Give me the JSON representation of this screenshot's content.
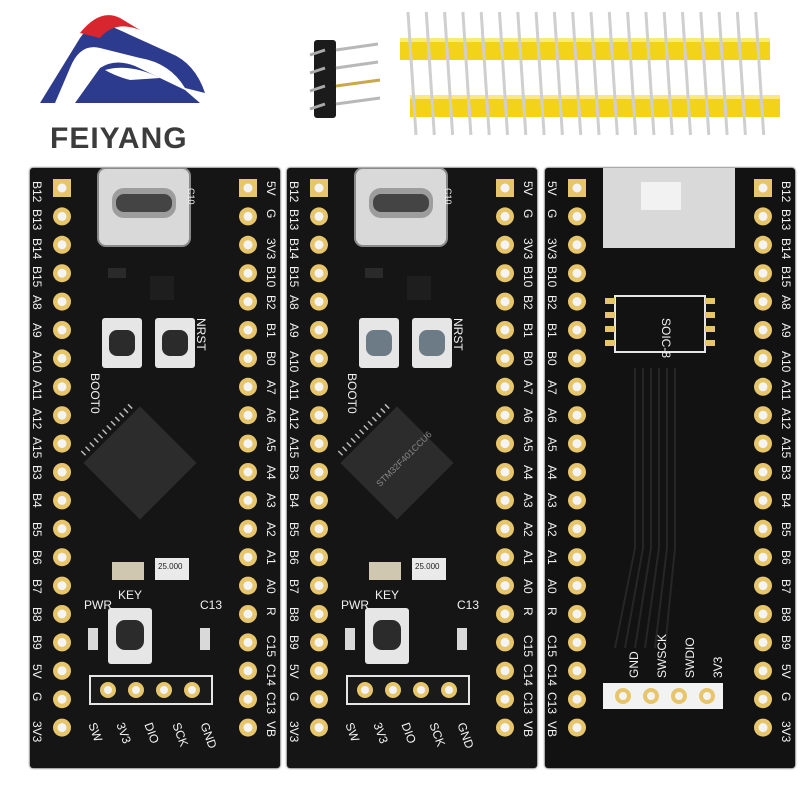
{
  "brand": {
    "name": "FEIYANG",
    "logo_colors": [
      "#2d3b8f",
      "#d8262e"
    ]
  },
  "boards": [
    {
      "side": "front",
      "left_labels": [
        "B12",
        "B13",
        "B14",
        "B15",
        "A8",
        "A9",
        "A10",
        "A11",
        "A12",
        "A15",
        "B3",
        "B4",
        "B5",
        "B6",
        "B7",
        "B8",
        "B9",
        "5V",
        "G",
        "3V3"
      ],
      "right_labels": [
        "5V",
        "G",
        "3V3",
        "B10",
        "B2",
        "B1",
        "B0",
        "A7",
        "A6",
        "A5",
        "A4",
        "A3",
        "A2",
        "A1",
        "A0",
        "R",
        "C15",
        "C14",
        "C13",
        "VB"
      ],
      "boot_label": "BOOT0",
      "reset_label": "NRST",
      "key_label": "KEY",
      "pwr_label": "PWR",
      "c13_label": "C13",
      "c10_label": "C10",
      "crystal_label": "25.000",
      "bottom_labels": [
        "SW",
        "3V3",
        "DIO",
        "SCK",
        "GND"
      ]
    },
    {
      "side": "front",
      "left_labels": [
        "B12",
        "B13",
        "B14",
        "B15",
        "A8",
        "A9",
        "A10",
        "A11",
        "A12",
        "A15",
        "B3",
        "B4",
        "B5",
        "B6",
        "B7",
        "B8",
        "B9",
        "5V",
        "G",
        "3V3"
      ],
      "right_labels": [
        "5V",
        "G",
        "3V3",
        "B10",
        "B2",
        "B1",
        "B0",
        "A7",
        "A6",
        "A5",
        "A4",
        "A3",
        "A2",
        "A1",
        "A0",
        "R",
        "C15",
        "C14",
        "C13",
        "VB"
      ],
      "boot_label": "BOOT0",
      "reset_label": "NRST",
      "key_label": "KEY",
      "pwr_label": "PWR",
      "c13_label": "C13",
      "c10_label": "C10",
      "crystal_label": "25.000",
      "chip_text": "STM32F401CCU6",
      "bottom_labels": [
        "SW",
        "3V3",
        "DIO",
        "SCK",
        "GND"
      ]
    },
    {
      "side": "back",
      "left_labels": [
        "5V",
        "G",
        "3V3",
        "B10",
        "B2",
        "B1",
        "B0",
        "A7",
        "A6",
        "A5",
        "A4",
        "A3",
        "A2",
        "A1",
        "A0",
        "R",
        "C15",
        "C14",
        "C13",
        "VB"
      ],
      "right_labels": [
        "B12",
        "B13",
        "B14",
        "B15",
        "A8",
        "A9",
        "A10",
        "A11",
        "A12",
        "A15",
        "B3",
        "B4",
        "B5",
        "B6",
        "B7",
        "B8",
        "B9",
        "5V",
        "G",
        "3V3"
      ],
      "soic_label": "SOIC-8",
      "bottom_labels": [
        "GND",
        "SWSCK",
        "SWDIO",
        "3V3"
      ]
    }
  ]
}
